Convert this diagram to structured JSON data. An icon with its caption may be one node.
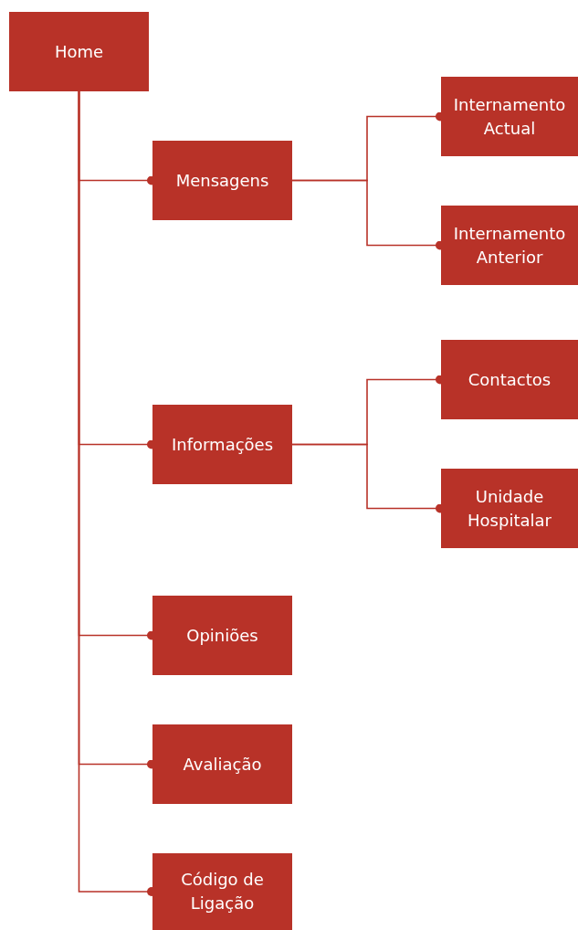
{
  "diagram": {
    "nodes": [
      {
        "text": [
          "Home"
        ]
      },
      {
        "text": [
          "Mensagens"
        ]
      },
      {
        "text": [
          "Internamento Actual"
        ]
      },
      {
        "text": [
          "Internamento Anterior"
        ]
      },
      {
        "text": [
          "Informações"
        ]
      },
      {
        "text": [
          "Contactos"
        ]
      },
      {
        "text": [
          "Unidade Hospitalar"
        ]
      },
      {
        "text": [
          "Opiniões"
        ]
      },
      {
        "text": [
          "Avaliação"
        ]
      },
      {
        "text": [
          "Código de Ligação"
        ]
      }
    ],
    "edges": [
      {
        "from": 0,
        "to": 1,
        "arrow": "other"
      },
      {
        "from": 1,
        "to": 2,
        "arrow": "other"
      },
      {
        "from": 1,
        "to": 3,
        "arrow": "other"
      },
      {
        "from": 0,
        "to": 4,
        "arrow": "other"
      },
      {
        "from": 4,
        "to": 5,
        "arrow": "other"
      },
      {
        "from": 4,
        "to": 6,
        "arrow": "other"
      },
      {
        "from": 0,
        "to": 7,
        "arrow": "other"
      },
      {
        "from": 0,
        "to": 8,
        "arrow": "other"
      },
      {
        "from": 0,
        "to": 9,
        "arrow": "other"
      }
    ]
  }
}
